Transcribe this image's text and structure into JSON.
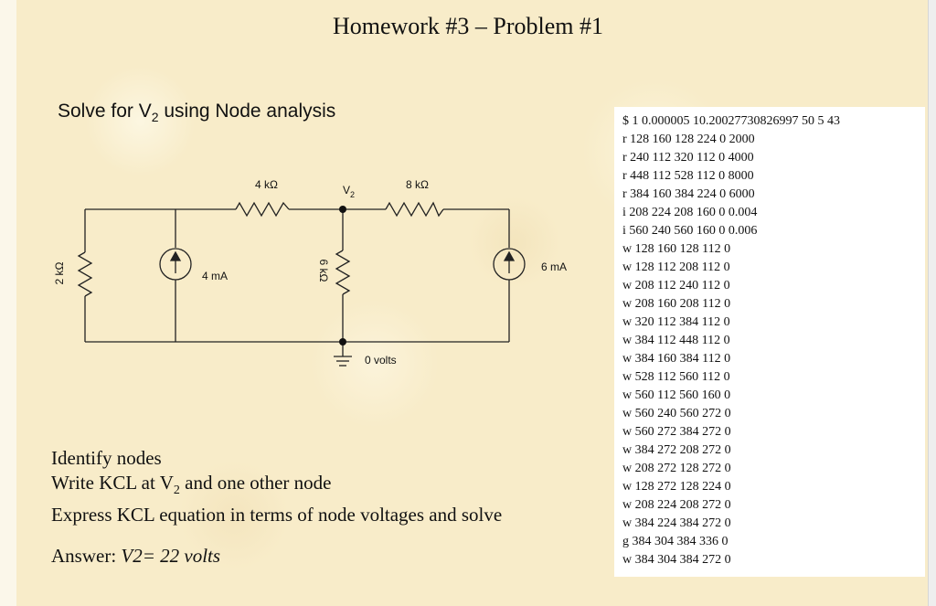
{
  "slide": {
    "title": "Homework #3 – Problem #1",
    "prompt_pre": "Solve for V",
    "prompt_sub": "2",
    "prompt_post": " using Node analysis"
  },
  "circuit": {
    "r1_label": "2 kΩ",
    "r2_label": "4 kΩ",
    "r3_label": "6 kΩ",
    "r4_label": "8 kΩ",
    "src1_label": "4 mA",
    "src2_label": "6 mA",
    "node_label": "V",
    "node_sub": "2",
    "ground_label": "0 volts"
  },
  "steps": {
    "step1": "Identify nodes",
    "step2_pre": "Write KCL at V",
    "step2_sub": "2",
    "step2_post": " and one other node",
    "step3": "Express KCL equation in terms of node voltages and solve"
  },
  "answer": {
    "label": "Answer: ",
    "value": "V2= 22 volts"
  },
  "netlist": [
    "$ 1 0.000005 10.20027730826997 50 5 43",
    "r 128 160 128 224 0 2000",
    "r 240 112 320 112 0 4000",
    "r 448 112 528 112 0 8000",
    "r 384 160 384 224 0 6000",
    "i 208 224 208 160 0 0.004",
    "i 560 240 560 160 0 0.006",
    "w 128 160 128 112 0",
    "w 128 112 208 112 0",
    "w 208 112 240 112 0",
    "w 208 160 208 112 0",
    "w 320 112 384 112 0",
    "w 384 112 448 112 0",
    "w 384 160 384 112 0",
    "w 528 112 560 112 0",
    "w 560 112 560 160 0",
    "w 560 240 560 272 0",
    "w 560 272 384 272 0",
    "w 384 272 208 272 0",
    "w 208 272 128 272 0",
    "w 128 272 128 224 0",
    "w 208 224 208 272 0",
    "w 384 224 384 272 0",
    "g 384 304 384 336 0",
    "w 384 304 384 272 0"
  ]
}
